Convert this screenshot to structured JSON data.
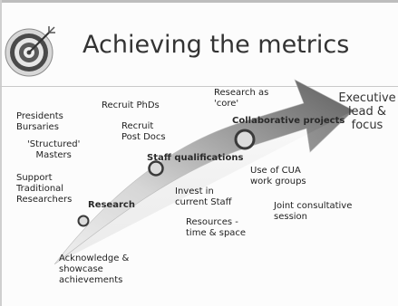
{
  "title": "Achieving the metrics",
  "destination": "Executive\nlead &\nfocus",
  "milestones": [
    "Research",
    "Staff qualifications",
    "Collaborative projects"
  ],
  "actions": {
    "presidents_bursaries": "Presidents\nBursaries",
    "structured_masters": "'Structured'\nMasters",
    "support_traditional": "Support\nTraditional\nResearchers",
    "recruit_phds": "Recruit PhDs",
    "recruit_post_docs": "Recruit\nPost Docs",
    "research_as_core": "Research as\n'core'",
    "invest_in_staff": "Invest in\ncurrent Staff",
    "resources": "Resources -\ntime & space",
    "use_of_cua": "Use of CUA\nwork groups",
    "joint_session": "Joint consultative\nsession",
    "acknowledge": "Acknowledge &\nshowcase\nachievements"
  },
  "colors": {
    "arrow_dark": "#5e5e5e",
    "arrow_light": "#e2e2e2",
    "target_ring_dark": "#4a4a4a",
    "target_ring_light": "#d7d7d7"
  },
  "icons": {
    "logo": "target-bullseye-icon"
  }
}
